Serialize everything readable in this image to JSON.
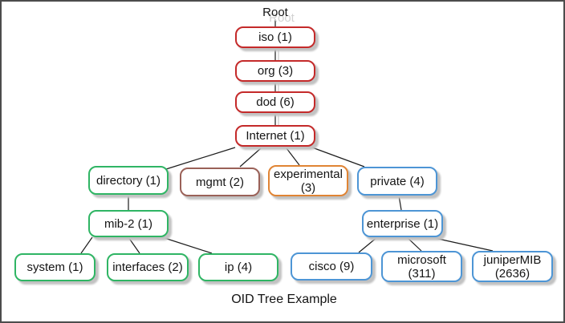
{
  "diagram": {
    "root_label": "Root",
    "caption": "OID Tree Example",
    "colors": {
      "red": "#c42a2a",
      "brown": "#9a6158",
      "orange": "#e08434",
      "green": "#2fb564",
      "blue": "#4d95d5",
      "line": "#1c1c1c",
      "line_shadow": "#c9c9c9",
      "box_shadow": "#c2c2c2",
      "frame": "#4c4c4c"
    },
    "nodes": {
      "iso": {
        "label": "iso (1)"
      },
      "org": {
        "label": "org (3)"
      },
      "dod": {
        "label": "dod (6)"
      },
      "internet": {
        "label": "Internet (1)"
      },
      "directory": {
        "label": "directory (1)"
      },
      "mgmt": {
        "label": "mgmt (2)"
      },
      "experimental": {
        "label": "experimental (3)"
      },
      "private": {
        "label": "private (4)"
      },
      "mib2": {
        "label": "mib-2 (1)"
      },
      "enterprise": {
        "label": "enterprise (1)"
      },
      "system": {
        "label": "system (1)"
      },
      "interfaces": {
        "label": "interfaces (2)"
      },
      "ip": {
        "label": "ip (4)"
      },
      "cisco": {
        "label": "cisco (9)"
      },
      "microsoft": {
        "label": "microsoft (311)"
      },
      "junipermib": {
        "label": "juniperMIB (2636)"
      }
    }
  }
}
